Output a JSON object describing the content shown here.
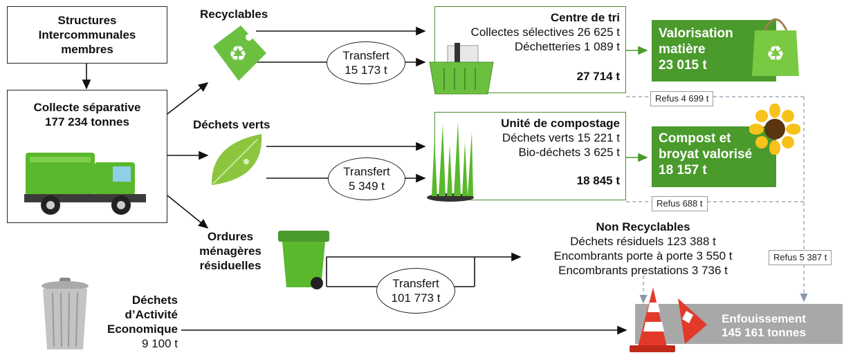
{
  "source": {
    "structures": [
      "Structures",
      "Intercommunales",
      "membres"
    ],
    "collecte_line1": "Collecte séparative",
    "collecte_line2": "177 234 tonnes"
  },
  "recyclables": {
    "label": "Recyclables",
    "transfert_label": "Transfert",
    "transfert_value": "15 173 t",
    "centre_title": "Centre de tri",
    "collectes": "Collectes sélectives 26 625 t",
    "decheteries": "Déchetteries 1 089 t",
    "total": "27 714 t",
    "valorisation_line1": "Valorisation",
    "valorisation_line2": "matière",
    "valorisation_value": "23 015 t",
    "refus": "Refus 4 699 t"
  },
  "dechets_verts": {
    "label": "Déchets verts",
    "transfert_label": "Transfert",
    "transfert_value": "5 349 t",
    "unite_title": "Unité de compostage",
    "verts": "Déchets verts 15 221 t",
    "bio": "Bio-déchets 3 625 t",
    "total": "18 845 t",
    "compost_line1": "Compost et",
    "compost_line2": "broyat valorisé",
    "compost_value": "18 157 t",
    "refus": "Refus 688 t"
  },
  "ordures": {
    "label_line1": "Ordures",
    "label_line2": "ménagères",
    "label_line3": "résiduelles",
    "transfert_label": "Transfert",
    "transfert_value": "101 773 t"
  },
  "non_recyclables": {
    "title": "Non Recyclables",
    "residuels": "Déchets résiduels 123 388 t",
    "porte": "Encombrants porte à porte 3 550 t",
    "prestations": "Encombrants prestations 3 736 t",
    "refus_total": "Refus 5 387 t"
  },
  "dae": {
    "line1": "Déchets",
    "line2": "d’Activité",
    "line3": "Economique",
    "value": "9 100 t"
  },
  "enfouissement": {
    "label": "Enfouissement",
    "value": "145 161 tonnes"
  },
  "colors": {
    "green_fill": "#4a9a2c",
    "green_border": "#4a8f2a",
    "grey_fill": "#a8a8a8",
    "dashed_line": "#9aa8b8"
  }
}
